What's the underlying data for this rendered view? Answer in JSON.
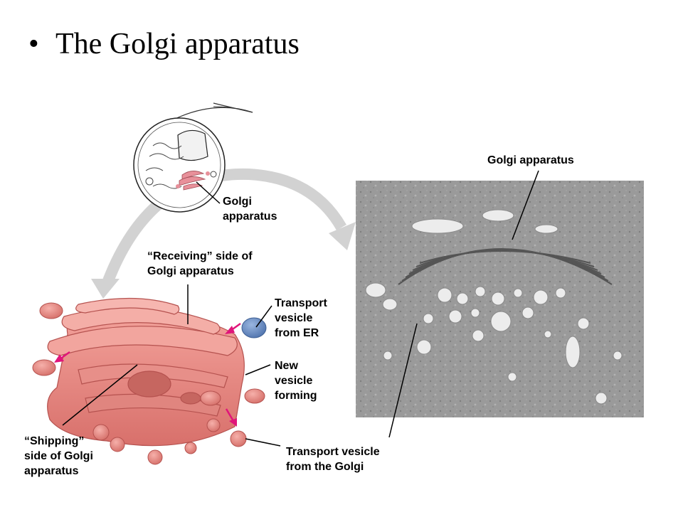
{
  "slide": {
    "title": "The Golgi apparatus"
  },
  "labels": {
    "cell_golgi_line1": "Golgi",
    "cell_golgi_line2": "apparatus",
    "micrograph_golgi": "Golgi apparatus",
    "receiving_line1": "“Receiving” side of",
    "receiving_line2": "Golgi apparatus",
    "transport_er_line1": "Transport",
    "transport_er_line2": "vesicle",
    "transport_er_line3": "from ER",
    "new_vesicle_line1": "New",
    "new_vesicle_line2": "vesicle",
    "new_vesicle_line3": "forming",
    "shipping_line1": "“Shipping”",
    "shipping_line2": "side of Golgi",
    "shipping_line3": "apparatus",
    "transport_golgi_line1": "Transport vesicle",
    "transport_golgi_line2": "from the Golgi"
  },
  "colors": {
    "golgi_pink": "#e8827c",
    "golgi_dark": "#b5524f",
    "er_vesicle_blue": "#6a8fc4",
    "arrow_magenta": "#e0157a",
    "big_arrow_gray": "#d2d2d2"
  }
}
